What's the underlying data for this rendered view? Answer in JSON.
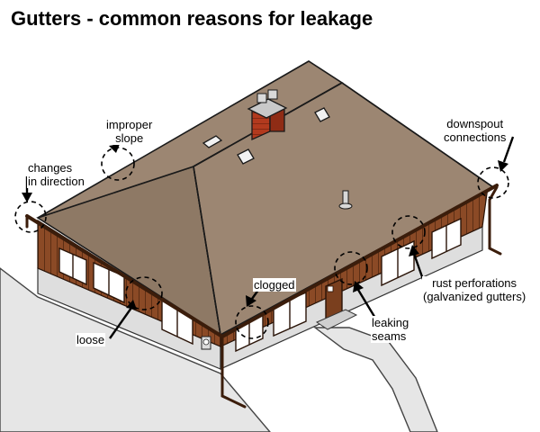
{
  "title": "Gutters - common reasons for leakage",
  "labels": {
    "improper_slope": "improper\nslope",
    "changes_in_direction": "changes\nin direction",
    "downspout_connections": "downspout\nconnections",
    "clogged": "clogged",
    "loose": "loose",
    "rust_perforations": "rust perforations\n(galvanized gutters)",
    "leaking_seams": "leaking\nseams"
  },
  "colors": {
    "roof": "#9c8672",
    "wall": "#8b4a26",
    "chimney": "#b23a1e",
    "foundation": "#dedede",
    "ground": "#e6e6e6"
  }
}
